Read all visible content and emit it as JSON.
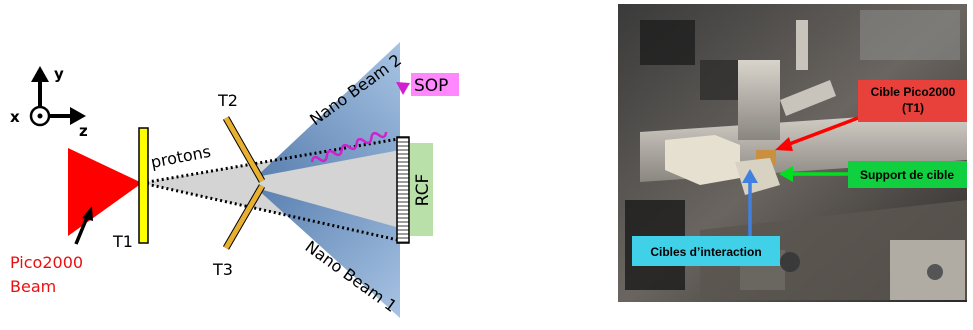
{
  "diagram": {
    "axes": {
      "y": "y",
      "x": "x",
      "z": "z"
    },
    "source_label": [
      "Pico2000",
      "Beam"
    ],
    "target_t1": "T1",
    "target_t2": "T2",
    "target_t3": "T3",
    "protons_label": "protons",
    "nano_beam_2": "Nano Beam 2",
    "nano_beam_1": "Nano Beam 1",
    "sop_label": "SOP",
    "rcf_label": "RCF",
    "colors": {
      "laser": "#ff0000",
      "target_t1": "#ffff00",
      "targets_t2_t3": "#e8b030",
      "nano_beam": "#8fb0d8",
      "proton_cone": "#d4d4d4",
      "sop_box": "#ff88ff",
      "sop_wave": "#d020d0",
      "rcf_box": "#b8e0a8",
      "source_text": "#e81010"
    }
  },
  "photo": {
    "label_cible_pico": [
      "Cible Pico2000",
      "(T1)"
    ],
    "label_support": "Support de cible",
    "label_cibles_interaction": "Cibles d’interaction",
    "colors": {
      "label_cible_pico": "#e8403a",
      "label_support": "#10d040",
      "label_cibles_interaction": "#40d0e8",
      "arrow_red": "#ff0000",
      "arrow_green": "#00e020",
      "arrow_blue": "#4080e0"
    }
  }
}
